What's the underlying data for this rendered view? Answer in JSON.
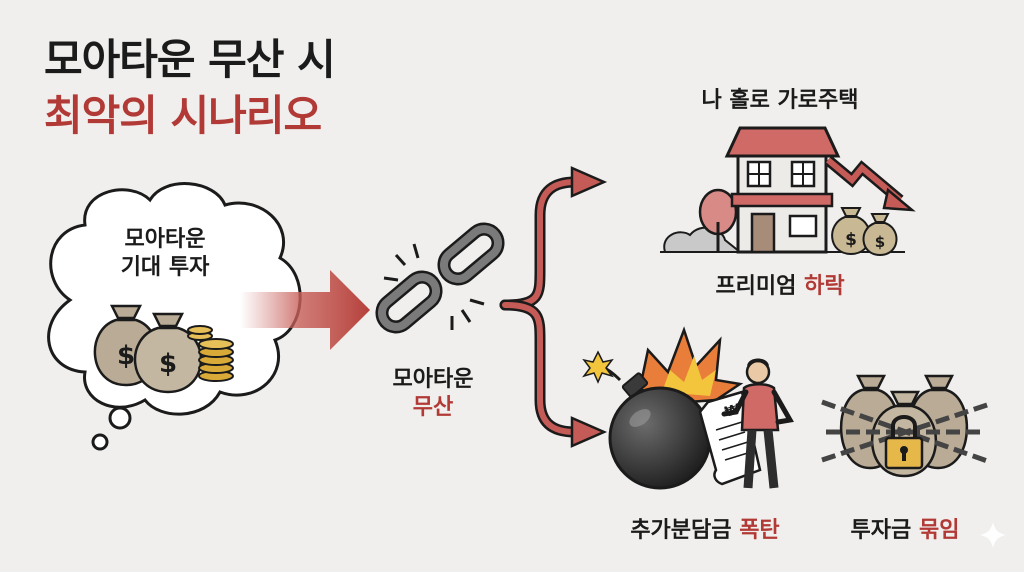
{
  "title": {
    "line1": "모아타운 무산 시",
    "line2": "최악의 시나리오"
  },
  "cloud": {
    "line1": "모아타운",
    "line2": "기대 투자"
  },
  "center": {
    "line1": "모아타운",
    "line2": "무산"
  },
  "house": {
    "title": "나 홀로 가로주택",
    "caption_plain": "프리미엄",
    "caption_red": "하락"
  },
  "bomb": {
    "caption_plain": "추가분담금",
    "caption_red": "폭탄",
    "document_symbol": "₩"
  },
  "bags": {
    "caption_plain": "투자금",
    "caption_red": "묶임"
  },
  "icons": [
    "money-bag-icon",
    "coin-stack-icon",
    "broken-chain-icon",
    "house-icon",
    "down-trend-arrow-icon",
    "bomb-icon",
    "document-icon",
    "person-icon",
    "padlock-icon",
    "chain-icon"
  ],
  "colors": {
    "accent_red": "#b23a36",
    "dark": "#1b1b1b",
    "background": "#f0efed",
    "bag": "#b9ab95",
    "coin": "#d9aa38"
  }
}
